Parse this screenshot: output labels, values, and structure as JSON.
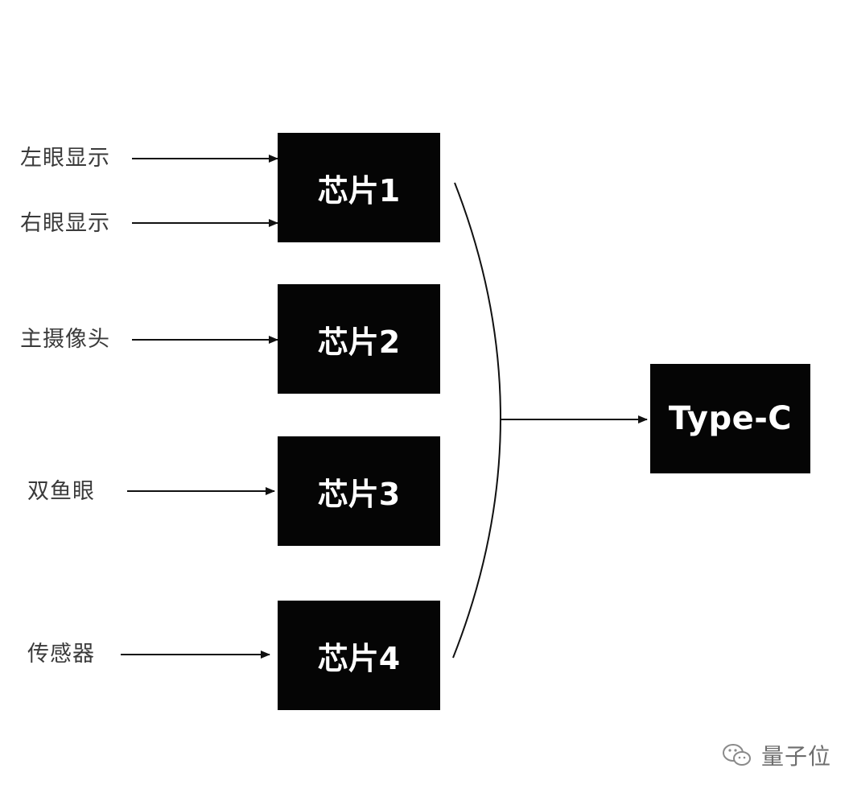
{
  "inputs": [
    {
      "label": "左眼显示",
      "target": "chip1"
    },
    {
      "label": "右眼显示",
      "target": "chip1"
    },
    {
      "label": "主摄像头",
      "target": "chip2"
    },
    {
      "label": "双鱼眼",
      "target": "chip3"
    },
    {
      "label": "传感器",
      "target": "chip4"
    }
  ],
  "chips": [
    {
      "id": "chip1",
      "label": "芯片1"
    },
    {
      "id": "chip2",
      "label": "芯片2"
    },
    {
      "id": "chip3",
      "label": "芯片3"
    },
    {
      "id": "chip4",
      "label": "芯片4"
    }
  ],
  "output": {
    "label": "Type-C"
  },
  "watermark": {
    "text": "量子位",
    "icon": "wechat-icon"
  },
  "colors": {
    "box_fill": "#050505",
    "box_text": "#ffffff",
    "label_text": "#3a3a3a",
    "line": "#111111",
    "watermark": "#6e6e6e"
  }
}
